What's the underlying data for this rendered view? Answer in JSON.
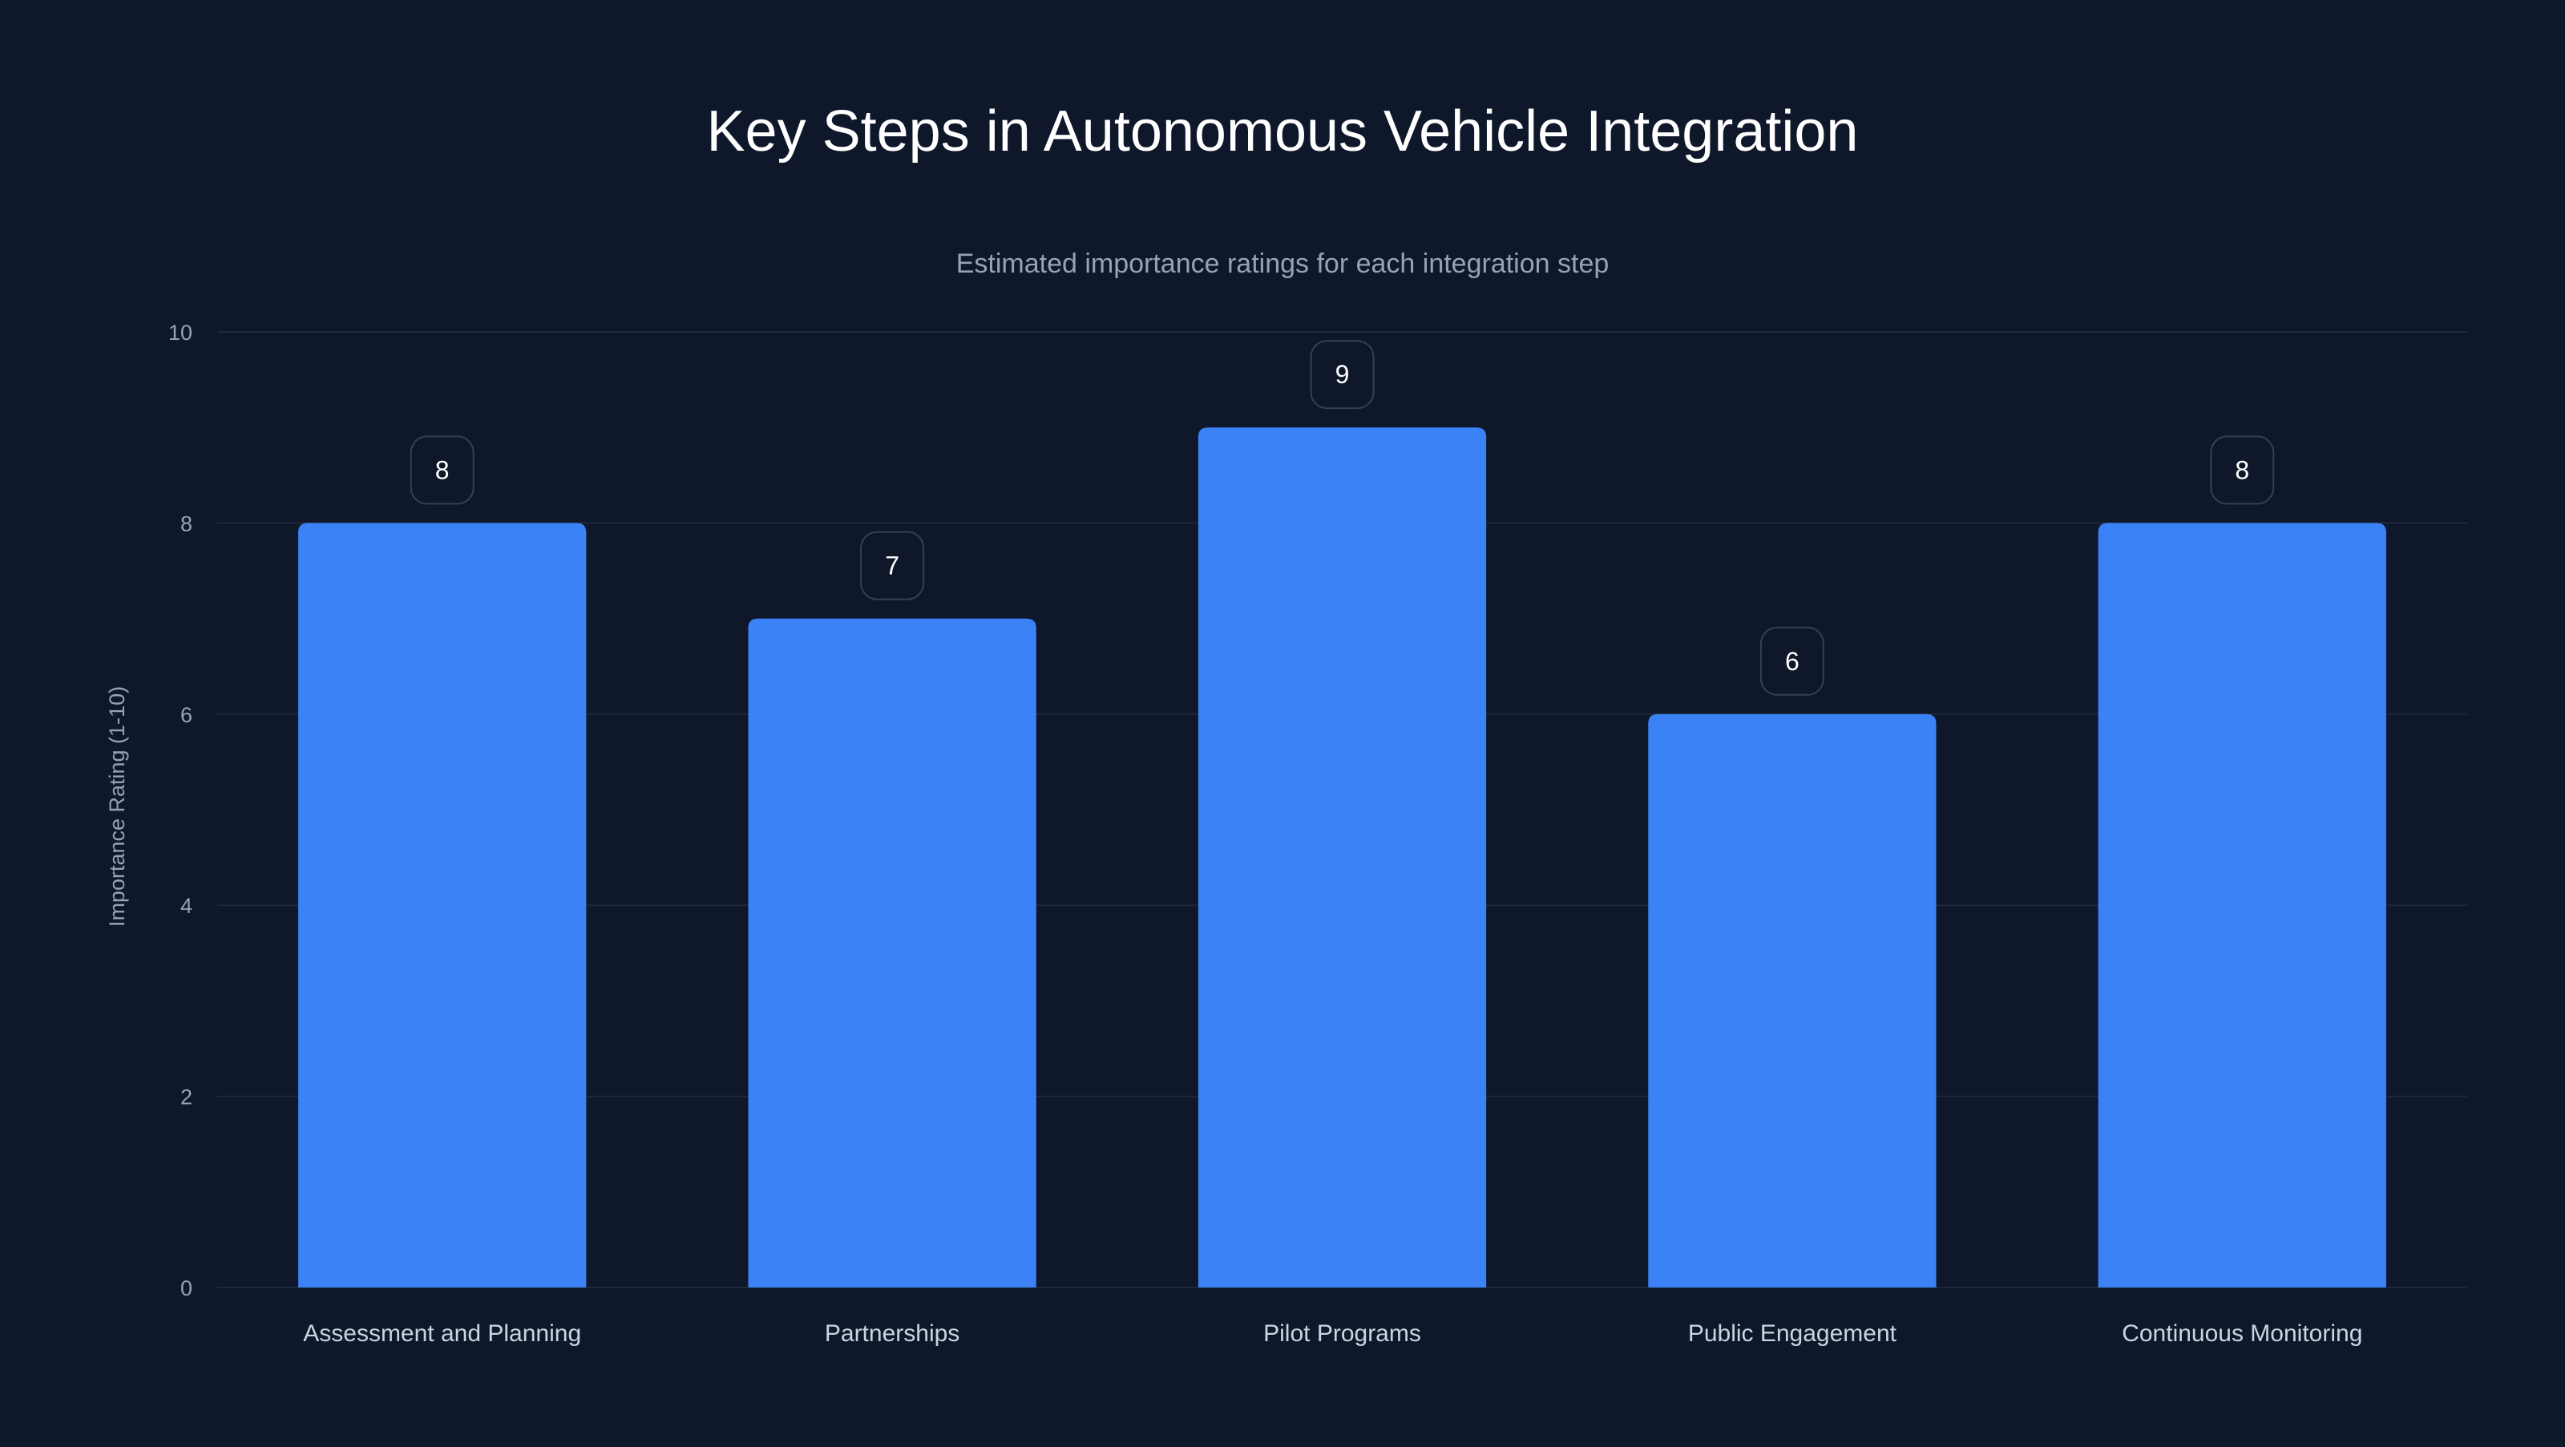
{
  "chart_data": {
    "type": "bar",
    "title": "Key Steps in Autonomous Vehicle Integration",
    "subtitle": "Estimated importance ratings for each integration step",
    "xlabel": "",
    "ylabel": "Importance Rating (1-10)",
    "categories": [
      "Assessment and Planning",
      "Partnerships",
      "Pilot Programs",
      "Public Engagement",
      "Continuous Monitoring"
    ],
    "values": [
      8,
      7,
      9,
      6,
      8
    ],
    "data_labels": [
      "8",
      "7",
      "9",
      "6",
      "8"
    ],
    "ylim": [
      0,
      10
    ],
    "yticks": [
      0,
      2,
      4,
      6,
      8,
      10
    ],
    "ytick_labels": [
      "0",
      "2",
      "4",
      "6",
      "8",
      "10"
    ],
    "grid": true,
    "legend": "none",
    "colors": {
      "background": "#0f172a",
      "bar": "#3b82f6",
      "grid": "#1e293b",
      "tick_text": "#94a3b8",
      "label_border": "#334155",
      "label_text": "#ffffff"
    }
  }
}
